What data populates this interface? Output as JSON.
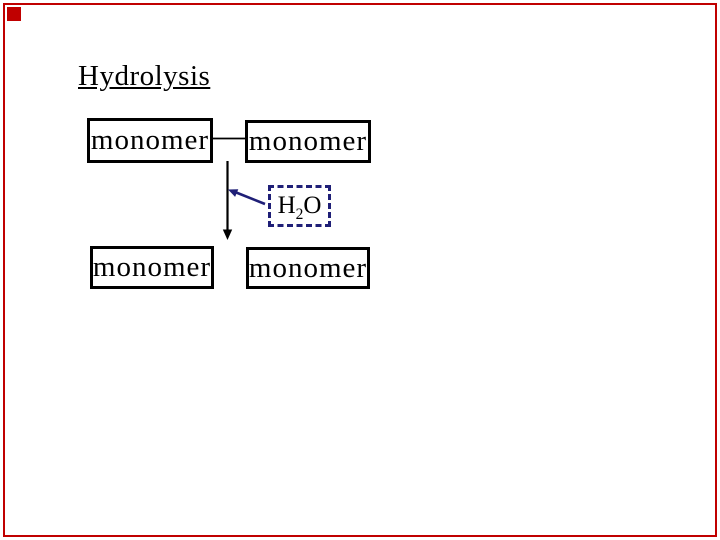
{
  "slide": {
    "title": "Hydrolysis",
    "background_color": "#ffffff",
    "frame_color": "#c00000",
    "text_color": "#000000",
    "box_border_color": "#000000",
    "water_accent_color": "#1f1f77"
  },
  "boxes": {
    "top_left": "monomer",
    "top_right": "monomer",
    "bottom_left": "monomer",
    "bottom_right": "monomer"
  },
  "water": {
    "element_h": "H",
    "subscript": "2",
    "element_o": "O"
  }
}
